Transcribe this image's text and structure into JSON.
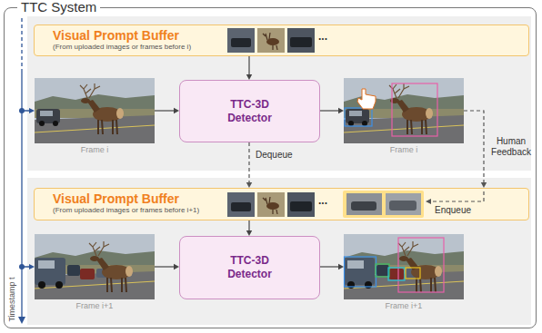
{
  "diagram": {
    "nodes": [
      {
        "text": [
          "TTC System"
        ]
      },
      {
        "text": [
          "Visual Prompt Buffer",
          "(From uploaded images or frames before i)"
        ],
        "in": 0
      },
      {
        "text": [
          "Frame i"
        ],
        "in": 0
      },
      {
        "text": [
          "TTC-3D Detector"
        ],
        "in": 0
      },
      {
        "text": [
          "Frame i"
        ],
        "in": 0
      },
      {
        "text": [
          "Visual Prompt Buffer",
          "(From uploaded images or frames before i+1)"
        ],
        "in": 0
      },
      {
        "text": [
          "Frame i+1"
        ],
        "in": 0
      },
      {
        "text": [
          "TTC-3D Detector"
        ],
        "in": 0
      },
      {
        "text": [
          "Frame i+1"
        ],
        "in": 0
      }
    ],
    "edges": [
      {
        "from": 1,
        "to": 3,
        "arrow": "to"
      },
      {
        "from": 2,
        "to": 3,
        "arrow": "to"
      },
      {
        "from": 3,
        "to": 4,
        "arrow": "to"
      },
      {
        "from": 3,
        "to": 5,
        "label": "Dequeue",
        "arrow": "to"
      },
      {
        "from": 4,
        "to": 5,
        "label": "Human Feedback",
        "arrow": "to"
      },
      {
        "from": 5,
        "to": 7,
        "arrow": "to"
      },
      {
        "from": 6,
        "to": 7,
        "arrow": "to"
      },
      {
        "from": 7,
        "to": 8,
        "arrow": "to"
      }
    ],
    "labels": [
      "...",
      "...",
      "Enqueue",
      "Timestamp t"
    ]
  }
}
